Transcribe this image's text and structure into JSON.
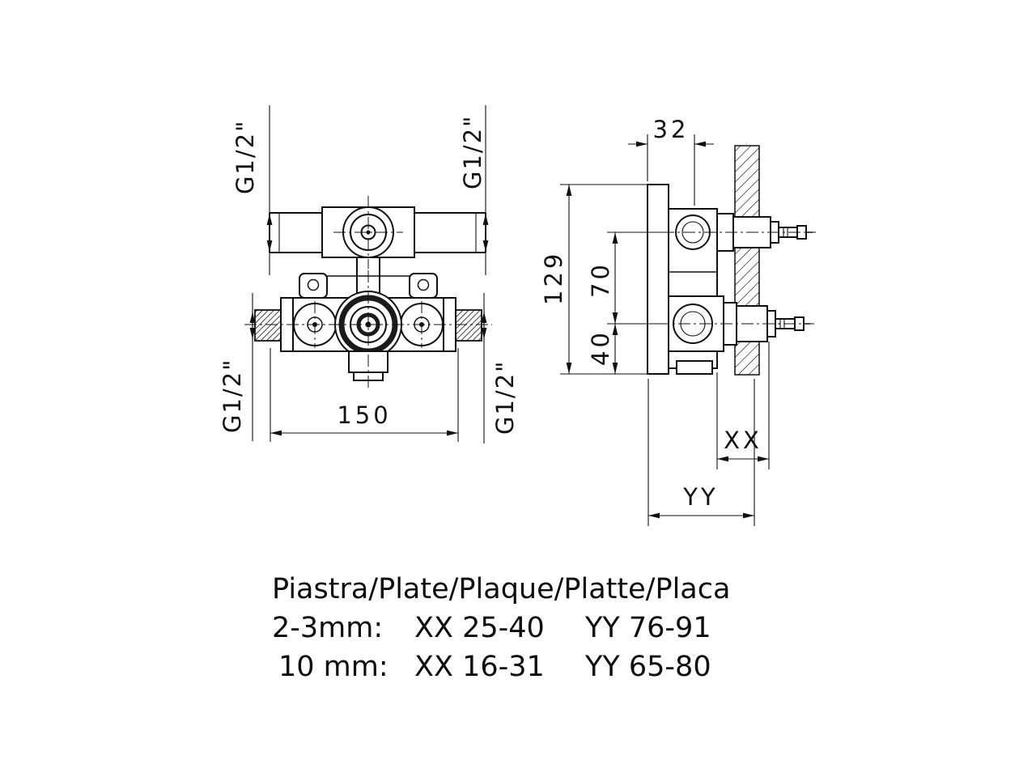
{
  "front_view": {
    "port_labels": {
      "top_left": "G1/2\"",
      "top_right": "G1/2\"",
      "bottom_left": "G1/2\"",
      "bottom_right": "G1/2\""
    },
    "width_dim": "150"
  },
  "side_view": {
    "depth_dim": "32",
    "height_dim": "129",
    "port_spacing_dim": "70",
    "bottom_offset_dim": "40",
    "xx_label": "XX",
    "yy_label": "YY"
  },
  "plate_table": {
    "title": "Piastra/Plate/Plaque/Platte/Placa",
    "rows": [
      {
        "thickness": "2-3mm:",
        "xx": "XX 25-40",
        "yy": "YY 76-91"
      },
      {
        "thickness": "10 mm:",
        "xx": "XX 16-31",
        "yy": "YY 65-80"
      }
    ]
  }
}
